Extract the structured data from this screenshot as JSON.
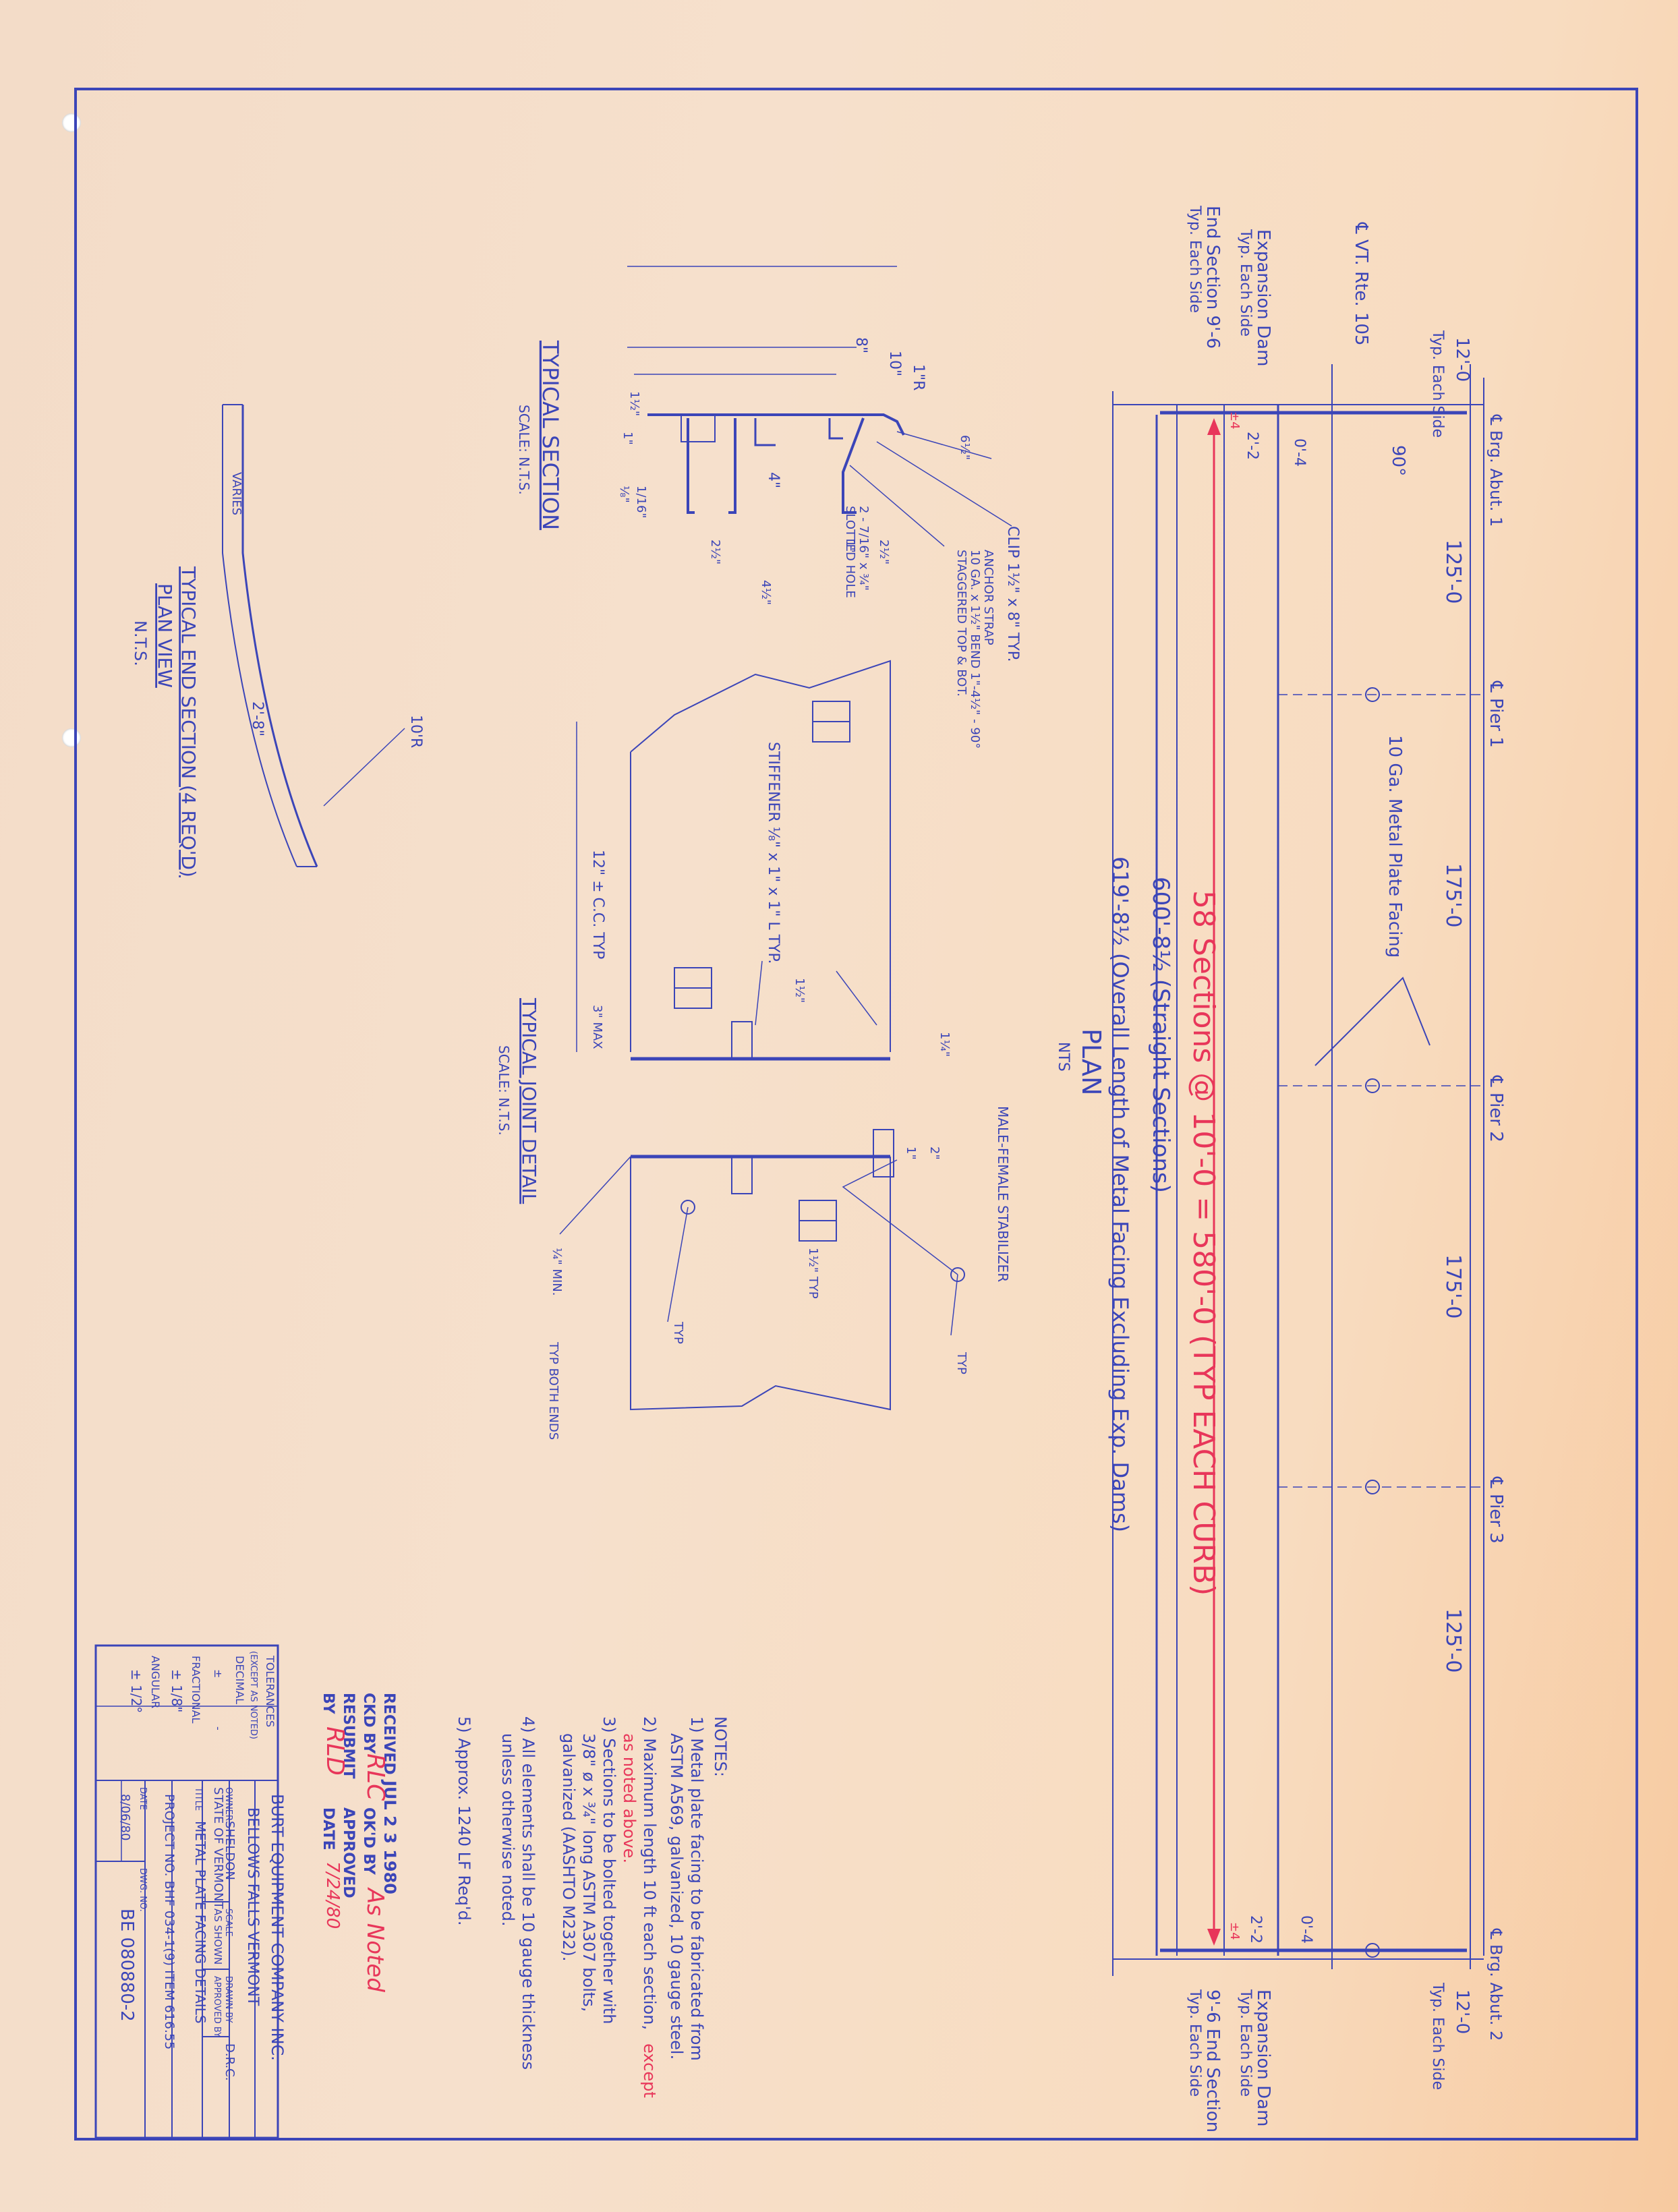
{
  "plan": {
    "title": "PLAN",
    "scale": "NTS",
    "cl_route": "℄ VT. Rte. 105",
    "exp_dam": "Expansion Dam",
    "typ_each_side": "Typ. Each Side",
    "end_section": "End Section 9'-6",
    "typ_each_side_2": "Typ. Each Side",
    "top_dim": "12'-0",
    "top_dim_sub": "Typ. Each Side",
    "bottom_dim": "12'-0",
    "bottom_dim_sub": "Typ. Each Side",
    "brg_abut1": "℄ Brg. Abut. 1",
    "brg_abut2": "℄ Brg. Abut. 2",
    "pier1": "℄ Pier 1",
    "pier2": "℄ Pier 2",
    "pier3": "℄ Pier 3",
    "span1": "125'-0",
    "span2": "175'-0",
    "span3": "175'-0",
    "span4": "125'-0",
    "dim_04_top": "0'-4",
    "dim_22_top": "2'-2",
    "dim_04_bot": "0'-4",
    "dim_22_bot": "2'-2",
    "angle": "90°",
    "facing_label": "10 Ga. Metal Plate Facing",
    "sections_red": "58 Sections @ 10'-0 = 580'-0 (TYP EACH CURB)",
    "straight": "600'-8½ (Straight Sections)",
    "overall": "619'-8½ (Overall Length of Metal Facing Excluding Exp. Dams)",
    "red_small_top": "±4",
    "red_small_bot": "±4",
    "exp_dam_b": "Expansion Dam",
    "typ_each_side_b": "Typ. Each Side",
    "end_section_b": "9'-6 End Section",
    "typ_each_side_b2": "Typ. Each Side"
  },
  "section": {
    "title": "TYPICAL SECTION",
    "scale": "SCALE: N.T.S.",
    "dim_10": "10\"",
    "dim_8": "8\"",
    "dim_1r": "1\"R",
    "dim_1half": "1½\"",
    "dim_1": "1\"",
    "dim_4": "4\"",
    "dim_18": "⅛\"",
    "dim_116": "1/16\"",
    "dim_612": "6½\"",
    "dim_212a": "2½\"",
    "dim_212b": "2½\"",
    "dim_412": "4½\"",
    "dim_1b": "1\"",
    "clip": "CLIP 1½\" x 8\" TYP.",
    "anchor1": "ANCHOR STRAP",
    "anchor2": "10 GA. x 1½\" BEND 1\"-4½\" - 90°",
    "anchor3": "STAGGERED TOP & BOT.",
    "slot1": "2 - 7/16\" x ¾\"",
    "slot2": "SLOTTED HOLE"
  },
  "end_section": {
    "title": "TYPICAL END SECTION (4 REQ'D)",
    "subtitle": "PLAN VIEW",
    "scale": "N.T.S.",
    "varies": "VARIES",
    "dim_28": "2'-8\"",
    "radius": "10'R"
  },
  "joint": {
    "title": "TYPICAL JOINT DETAIL",
    "scale": "SCALE: N.T.S.",
    "stiffener": "STIFFENER ⅛\" x 1\" x 1\" L TYP.",
    "spacing": "12\" ± C.C. TYP",
    "max": "3\" MAX",
    "dim_112a": "1½\"",
    "dim_112b": "1½\"",
    "dim_1": "1\"",
    "dim_2": "2\"",
    "dim_114": "1¼\"",
    "stabilizer": "MALE-FEMALE STABILIZER",
    "dim_112_typ": "1½\" TYP",
    "weld_min": "¼\" MIN.",
    "typ_both_ends": "TYP BOTH ENDS",
    "typ_a": "TYP",
    "typ_b": "TYP"
  },
  "notes": {
    "heading": "NOTES:",
    "n1a": "1) Metal plate facing to be fabricated from",
    "n1b": "ASTM A569, galvanized, 10 gauge steel.",
    "n2a": "2) Maximum length 10 ft each section,",
    "n2a_red": "except",
    "n2b_red": "as noted above.",
    "n3a": "3) Sections to be bolted together with",
    "n3b": "3/8\" ø x ¾\" long ASTM A307 bolts,",
    "n3c": "galvanized (AASHTO M232).",
    "n4a": "4) All elements shall be 10 gauge thickness",
    "n4b": "unless otherwise noted.",
    "n5": "5) Approx. 1240 LF Req'd."
  },
  "stamp": {
    "received": "RECEIVED",
    "received_date": "JUL 2 3 1980",
    "ckd": "CKD BY",
    "ckd_val": "RLC",
    "okd": "OK'D BY",
    "okd_val": "As Noted",
    "resubmit": "RESUBMIT",
    "approved": "APPROVED",
    "by": "BY",
    "by_val": "RLD",
    "date": "DATE",
    "date_val": "7/24/80"
  },
  "title_block": {
    "tolerances": "TOLERANCES",
    "except": "(EXCEPT AS NOTED)",
    "decimal": "DECIMAL",
    "pm1": "±",
    "pm2": "-",
    "fractional": "FRACTIONAL",
    "frac_val": "± 1/8\"",
    "angular": "ANGULAR",
    "ang_val": "± 1/2°",
    "company": "BURT EQUIPMENT COMPANY INC.",
    "location": "BELLOWS FALLS VERMONT",
    "owner_lbl": "OWNER",
    "owner": "SHELDON",
    "state": "STATE OF VERMONT",
    "scale_lbl": "SCALE",
    "scale": "AS SHOWN",
    "drawn_lbl": "DRAWN BY",
    "drawn": "D.R.C.",
    "approved_lbl": "APPROVED BY",
    "title_lbl": "TITLE",
    "title": "METAL PLATE FACING DETAILS",
    "project": "PROJECT NO. BHF 034-1(9) ITEM 616.55",
    "date_lbl": "DATE",
    "date": "8/06/80",
    "dwg_lbl": "DWG. NO.",
    "dwg": "BE 080880-2"
  }
}
